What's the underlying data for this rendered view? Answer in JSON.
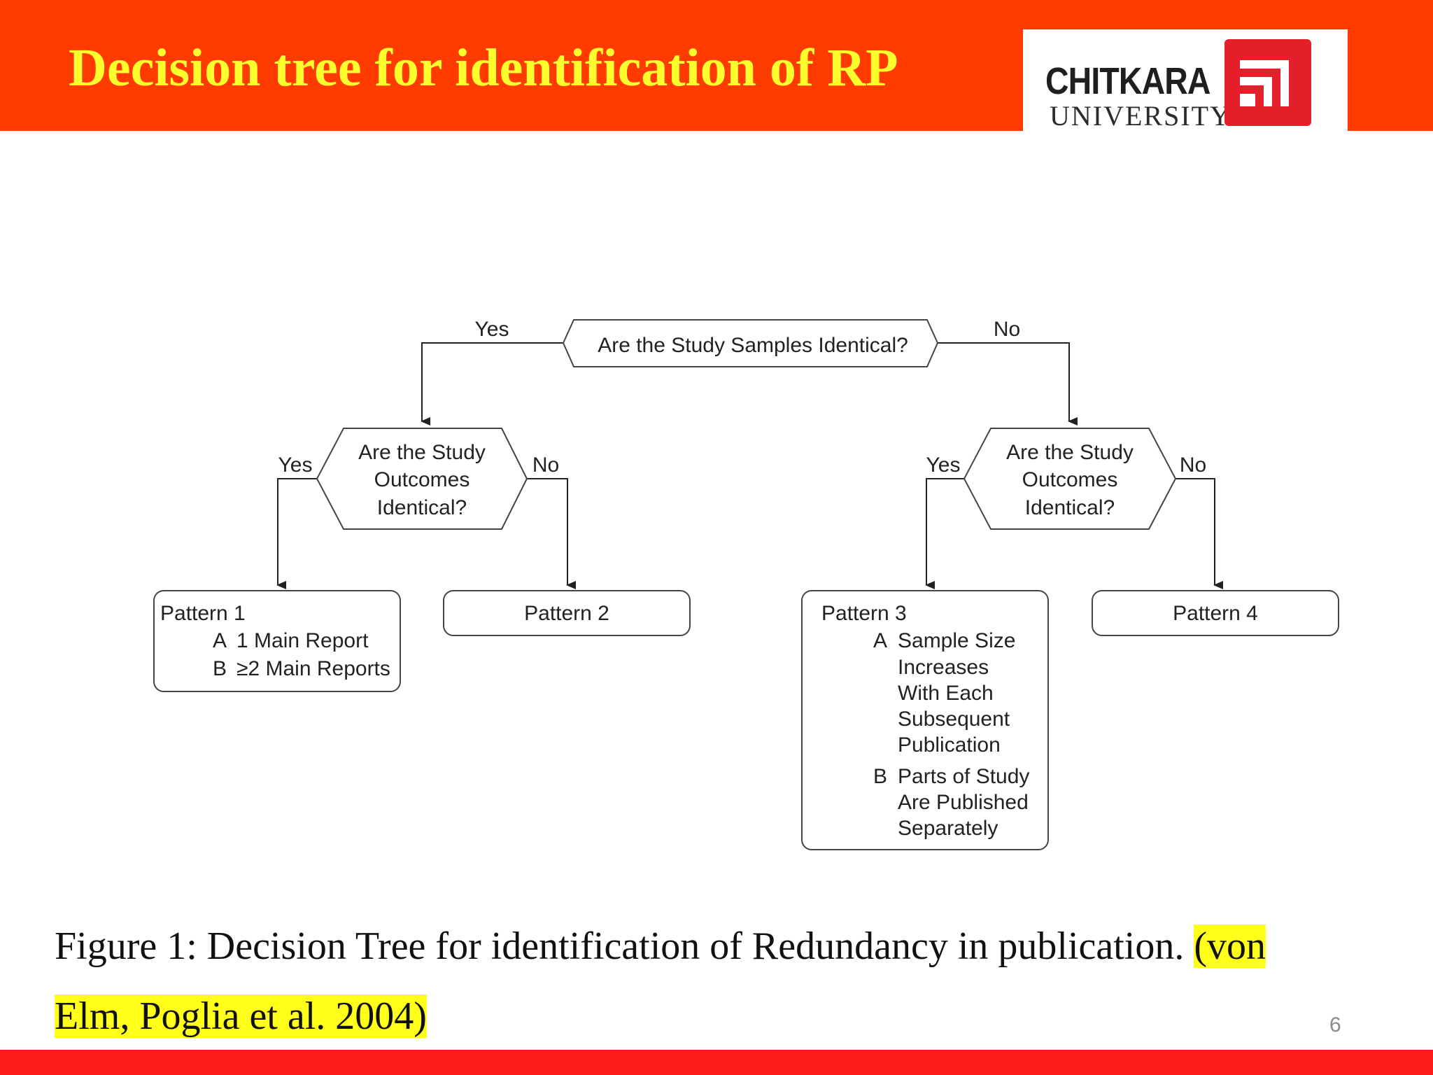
{
  "slide": {
    "title": "Decision tree for identification of RP",
    "page_number": "6"
  },
  "logo": {
    "name": "CHITKARA",
    "subtitle": "UNIVERSITY"
  },
  "diagram": {
    "nodes": {
      "q_samples": "Are the Study Samples Identical?",
      "q_outcomes_left": [
        "Are the Study",
        "Outcomes",
        "Identical?"
      ],
      "q_outcomes_right": [
        "Are the Study",
        "Outcomes",
        "Identical?"
      ],
      "pattern1": {
        "title": "Pattern 1",
        "items": [
          {
            "marker": "A",
            "lines": [
              "1 Main Report"
            ]
          },
          {
            "marker": "B",
            "lines": [
              "≥2 Main Reports"
            ]
          }
        ]
      },
      "pattern2": "Pattern 2",
      "pattern3": {
        "title": "Pattern 3",
        "items": [
          {
            "marker": "A",
            "lines": [
              "Sample Size",
              "Increases",
              "With Each",
              "Subsequent",
              "Publication"
            ]
          },
          {
            "marker": "B",
            "lines": [
              "Parts of Study",
              "Are Published",
              "Separately"
            ]
          }
        ]
      },
      "pattern4": "Pattern 4"
    },
    "edge_labels": {
      "samples_yes": "Yes",
      "samples_no": "No",
      "left_yes": "Yes",
      "left_no": "No",
      "right_yes": "Yes",
      "right_no": "No"
    }
  },
  "caption": {
    "text": "Figure 1: Decision Tree for identification of Redundancy in publication. ",
    "citation_part1": "(von",
    "citation_part2": "Elm, Poglia et al. 2004)"
  },
  "colors": {
    "header": "#ff3b00",
    "title": "#ffff2e",
    "highlight": "#ffff1a",
    "footer": "#ff1a1a",
    "logo_red": "#e3202a"
  }
}
